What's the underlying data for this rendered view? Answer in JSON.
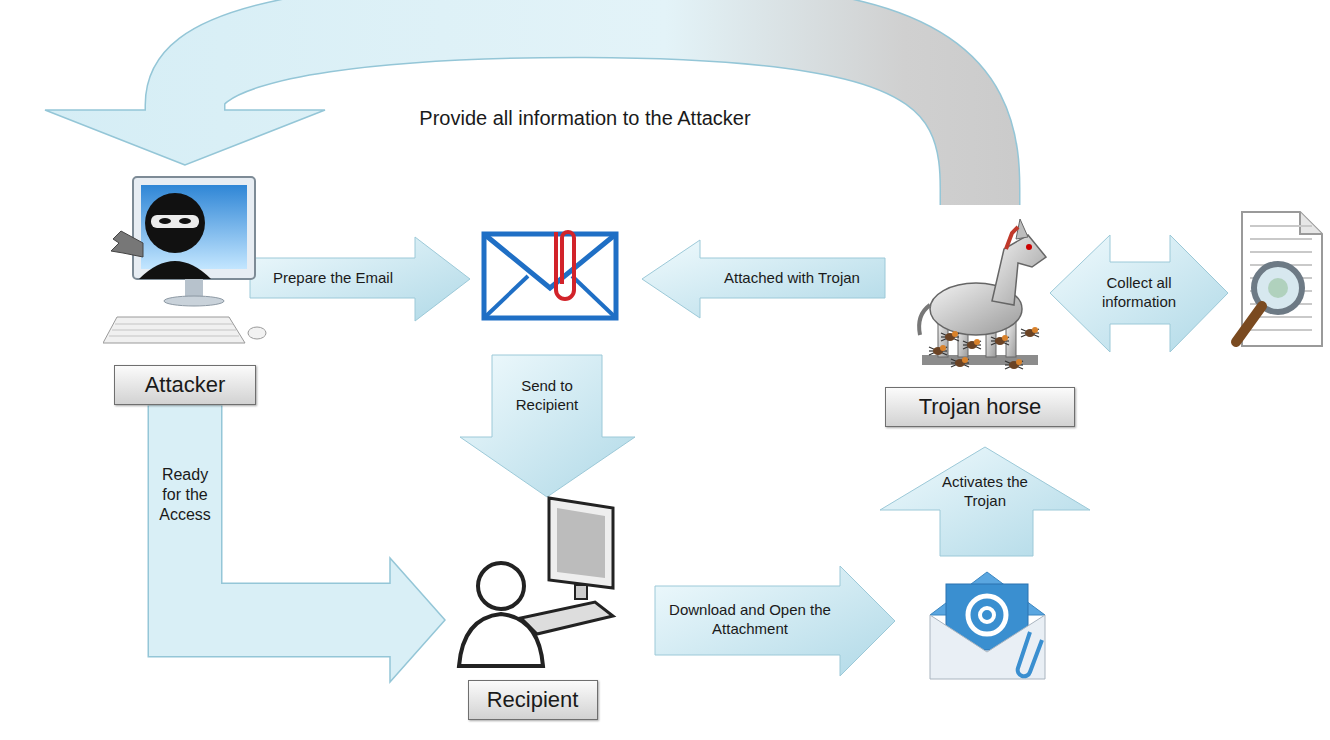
{
  "diagram": {
    "nodes": [
      {
        "text": [
          "Attacker"
        ]
      },
      {
        "text": [
          "Trojan horse"
        ]
      },
      {
        "text": [
          "Recipient"
        ]
      }
    ],
    "edges": [
      {
        "from": 1,
        "to": 0,
        "arrow": "to",
        "label": "Provide all information to the Attacker"
      },
      {
        "from": 0,
        "to": 2,
        "arrow": "to",
        "label": "Ready for the Access"
      }
    ],
    "labels": [
      "Prepare the Email",
      "Attached with Trojan",
      "Send to Recipient",
      "Collect all information",
      "Download and Open the Attachment",
      "Activates the Trojan"
    ]
  }
}
